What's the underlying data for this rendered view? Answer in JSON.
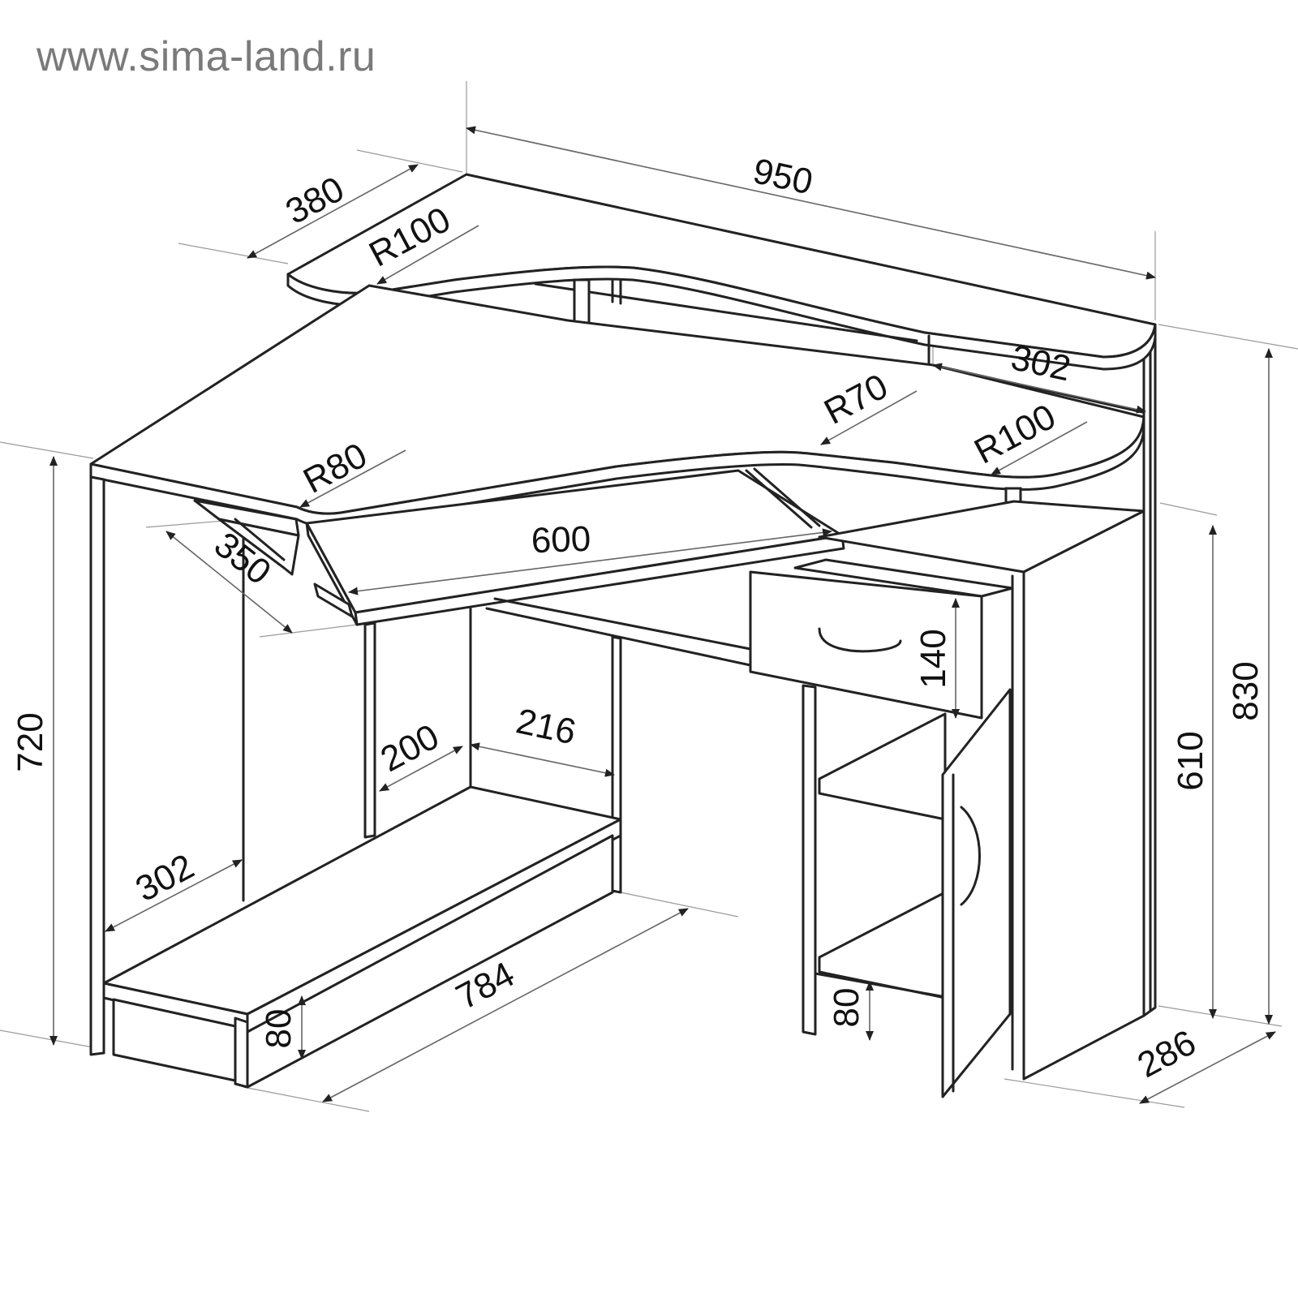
{
  "watermark": "www.sima-land.ru",
  "dimensions": {
    "top_width": "950",
    "shelf_depth": "380",
    "shelf_radius": "R100",
    "shelf_inner_depth": "302",
    "desk_radius_left": "R80",
    "desk_radius_mid": "R70",
    "desk_radius_right": "R100",
    "keyboard_width": "600",
    "keyboard_depth": "350",
    "drawer_height": "140",
    "height_left": "720",
    "height_total": "830",
    "height_pedestal": "610",
    "niche_depth_200": "200",
    "niche_width_216": "216",
    "left_depth_302": "302",
    "base_length": "784",
    "plinth_left": "80",
    "plinth_right": "80",
    "pedestal_depth": "286"
  }
}
